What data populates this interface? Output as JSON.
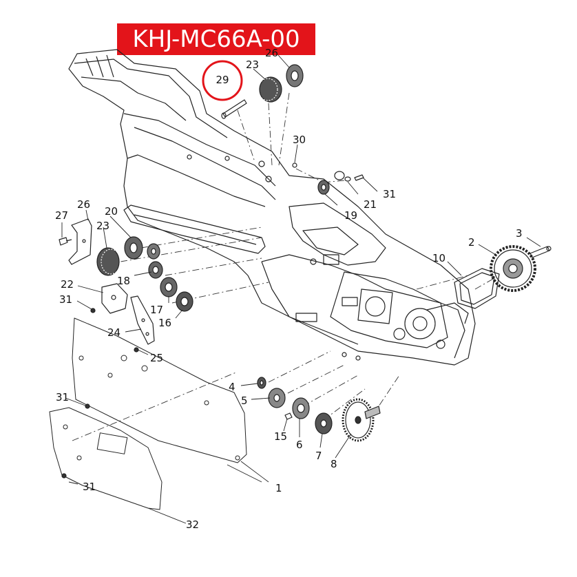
{
  "title": "KHJ-MC66A-00",
  "highlight": {
    "label": "29",
    "color": "#e3141a"
  },
  "accent_color": "#e3141a",
  "callouts": [
    {
      "id": "c1",
      "text": "1"
    },
    {
      "id": "c2",
      "text": "2"
    },
    {
      "id": "c3",
      "text": "3"
    },
    {
      "id": "c4",
      "text": "4"
    },
    {
      "id": "c5",
      "text": "5"
    },
    {
      "id": "c6",
      "text": "6"
    },
    {
      "id": "c7",
      "text": "7"
    },
    {
      "id": "c8",
      "text": "8"
    },
    {
      "id": "c10",
      "text": "10"
    },
    {
      "id": "c15",
      "text": "15"
    },
    {
      "id": "c16",
      "text": "16"
    },
    {
      "id": "c17",
      "text": "17"
    },
    {
      "id": "c18",
      "text": "18"
    },
    {
      "id": "c19",
      "text": "19"
    },
    {
      "id": "c20",
      "text": "20"
    },
    {
      "id": "c21",
      "text": "21"
    },
    {
      "id": "c22",
      "text": "22"
    },
    {
      "id": "c23a",
      "text": "23"
    },
    {
      "id": "c23b",
      "text": "23"
    },
    {
      "id": "c24",
      "text": "24"
    },
    {
      "id": "c25",
      "text": "25"
    },
    {
      "id": "c26a",
      "text": "26"
    },
    {
      "id": "c26b",
      "text": "26"
    },
    {
      "id": "c27",
      "text": "27"
    },
    {
      "id": "c30",
      "text": "30"
    },
    {
      "id": "c31a",
      "text": "31"
    },
    {
      "id": "c31b",
      "text": "31"
    },
    {
      "id": "c31c",
      "text": "31"
    },
    {
      "id": "c31d",
      "text": "31"
    },
    {
      "id": "c32",
      "text": "32"
    }
  ]
}
